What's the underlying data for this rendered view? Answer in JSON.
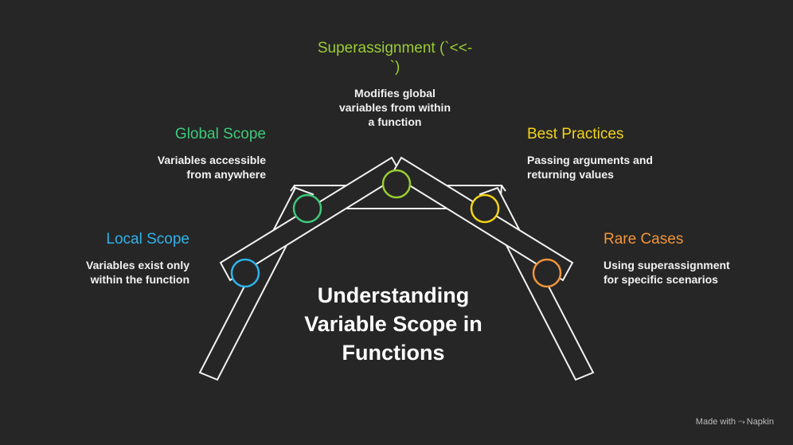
{
  "title": "Understanding Variable Scope in Functions",
  "items": [
    {
      "label": "Local Scope",
      "description": "Variables exist only within the function",
      "color": "#2fb3ea"
    },
    {
      "label": "Global Scope",
      "description": "Variables accessible from anywhere",
      "color": "#3ec97a"
    },
    {
      "label": "Superassignment (`<<-`)",
      "description": "Modifies global variables from within a function",
      "color": "#9acd32"
    },
    {
      "label": "Best Practices",
      "description": "Passing arguments and returning values",
      "color": "#f2d318"
    },
    {
      "label": "Rare Cases",
      "description": "Using superassignment for specific scenarios",
      "color": "#f0953a"
    }
  ],
  "footer": {
    "text": "Made with",
    "brand": "Napkin"
  }
}
